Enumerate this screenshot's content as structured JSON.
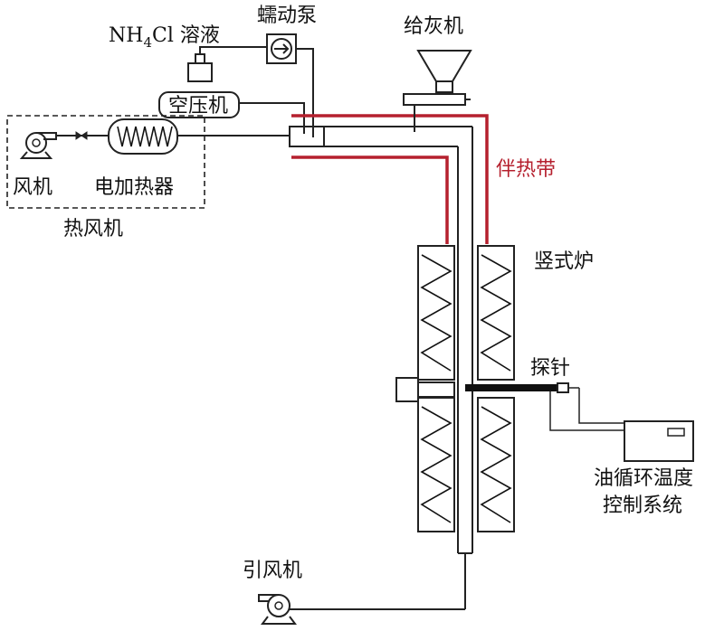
{
  "labels": {
    "nh4cl_main": "NH",
    "nh4cl_sub": "4",
    "nh4cl_rest": "Cl 溶液",
    "pump": "蠕动泵",
    "feeder": "给灰机",
    "compressor": "空压机",
    "fan": "风机",
    "heater": "电加热器",
    "hot_air": "热风机",
    "tracing": "伴热带",
    "furnace": "竖式炉",
    "probe": "探针",
    "oil_line1": "油循环温度",
    "oil_line2": "控制系统",
    "induced_fan": "引风机"
  },
  "colors": {
    "line": "#222222",
    "heat_tracing": "#b5202e",
    "background": "#ffffff"
  }
}
